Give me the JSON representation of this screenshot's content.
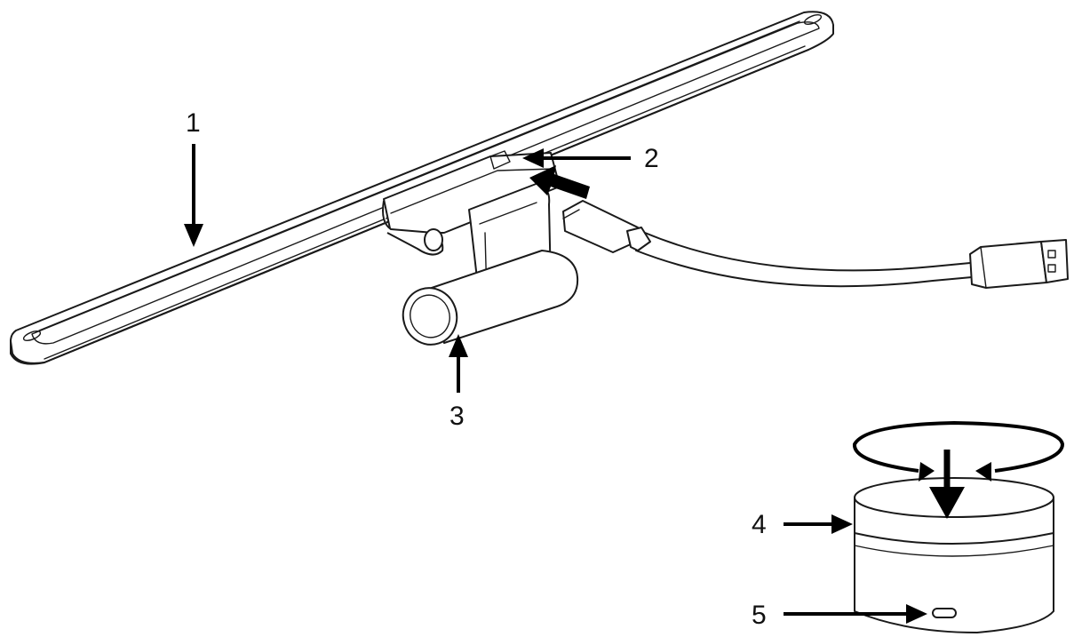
{
  "callouts": [
    {
      "id": "1",
      "label": "1"
    },
    {
      "id": "2",
      "label": "2"
    },
    {
      "id": "3",
      "label": "3"
    },
    {
      "id": "4",
      "label": "4"
    },
    {
      "id": "5",
      "label": "5"
    }
  ],
  "colors": {
    "line": "#1a1a1a",
    "background": "#ffffff"
  },
  "icons": [
    "light-bar-icon",
    "usb-cable-icon",
    "clamp-icon",
    "remote-knob-icon",
    "usb-c-port-icon",
    "rotate-arrows-icon",
    "press-arrow-icon"
  ]
}
